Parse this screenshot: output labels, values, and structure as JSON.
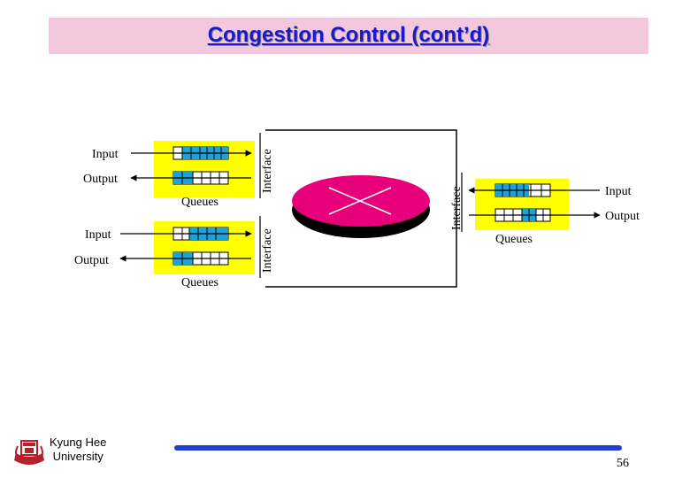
{
  "slide": {
    "title": "Congestion Control (cont’d)",
    "university": "Kyung Hee University",
    "university_line1": "Kyung Hee",
    "university_line2": "University",
    "page_number": "56"
  },
  "diagram": {
    "labels": {
      "input": "Input",
      "output": "Output",
      "queues": "Queues",
      "interface": "Interface"
    },
    "colors": {
      "queue_panel": "#ffff00",
      "router_top": "#e8007a",
      "router_base": "#000000",
      "queue_cell_filled": "#1ea0d8",
      "queue_cell_empty": "#ffffff"
    }
  }
}
